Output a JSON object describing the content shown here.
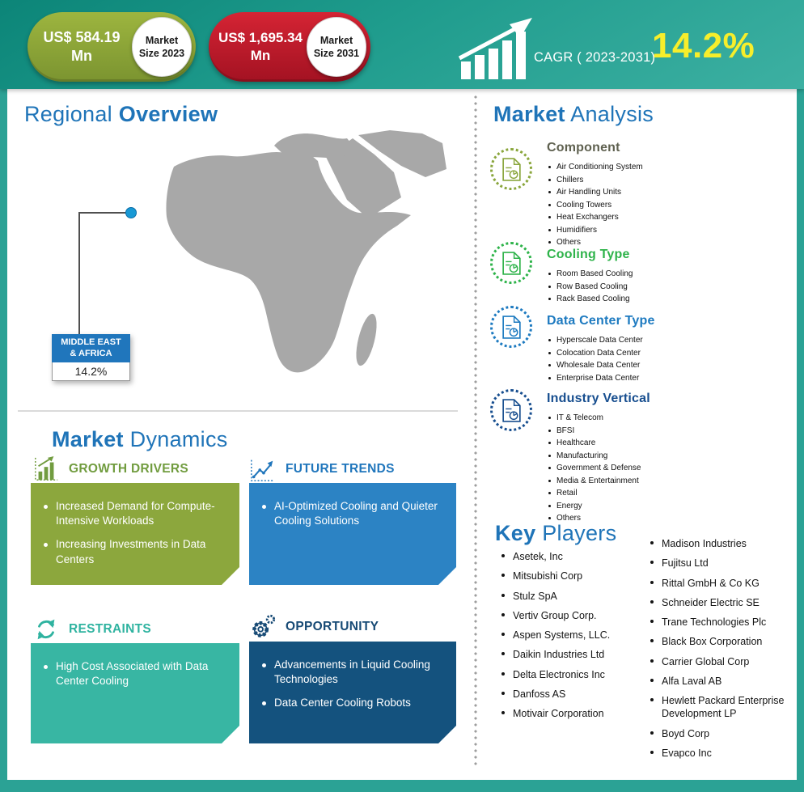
{
  "header": {
    "market_size_2023": {
      "value": "US$ 584.19 Mn",
      "badge_line1": "Market",
      "badge_line2": "Size 2023"
    },
    "market_size_2031": {
      "value": "US$ 1,695.34 Mn",
      "badge_line1": "Market",
      "badge_line2": "Size 2031"
    },
    "cagr_label": "CAGR ( 2023-2031)",
    "cagr_value": "14.2%"
  },
  "regional_overview": {
    "title_word1": "Regional",
    "title_word2": "Overview",
    "callout": {
      "region_line1": "MIDDLE EAST",
      "region_line2": "& AFRICA",
      "value": "14.2%"
    }
  },
  "market_dynamics": {
    "title_word1": "Market",
    "title_word2": "Dynamics",
    "growth_drivers": {
      "title": "GROWTH DRIVERS",
      "items": [
        "Increased Demand for Compute-Intensive Workloads",
        "Increasing Investments in Data Centers"
      ]
    },
    "future_trends": {
      "title": "FUTURE TRENDS",
      "items": [
        "AI-Optimized Cooling and Quieter Cooling Solutions"
      ]
    },
    "restraints": {
      "title": "RESTRAINTS",
      "items": [
        "High Cost Associated with Data Center Cooling"
      ]
    },
    "opportunity": {
      "title": "OPPORTUNITY",
      "items": [
        "Advancements in Liquid Cooling Technologies",
        "Data Center Cooling Robots"
      ]
    }
  },
  "market_analysis": {
    "title_word1": "Market",
    "title_word2": "Analysis",
    "sections": [
      {
        "title": "Component",
        "items": [
          "Air Conditioning System",
          "Chillers",
          "Air Handling Units",
          "Cooling Towers",
          "Heat Exchangers",
          "Humidifiers",
          "Others"
        ]
      },
      {
        "title": "Cooling Type",
        "items": [
          "Room Based Cooling",
          "Row Based Cooling",
          "Rack Based Cooling"
        ]
      },
      {
        "title": "Data Center Type",
        "items": [
          "Hyperscale Data Center",
          "Colocation Data Center",
          "Wholesale Data Center",
          "Enterprise Data Center"
        ]
      },
      {
        "title": "Industry Vertical",
        "items": [
          "IT & Telecom",
          "BFSI",
          "Healthcare",
          "Manufacturing",
          "Government & Defense",
          "Media & Entertainment",
          "Retail",
          "Energy",
          "Others"
        ]
      }
    ]
  },
  "key_players": {
    "title_word1": "Key",
    "title_word2": "Players",
    "column1": [
      "Asetek, Inc",
      "Mitsubishi Corp",
      "Stulz SpA",
      "Vertiv Group Corp.",
      "Aspen Systems, LLC.",
      "Daikin Industries Ltd",
      "Delta Electronics Inc",
      "Danfoss AS",
      "Motivair Corporation"
    ],
    "column2": [
      "Madison Industries",
      "Fujitsu Ltd",
      "Rittal GmbH & Co KG",
      "Schneider Electric SE",
      "Trane Technologies Plc",
      "Black Box Corporation",
      "Carrier Global Corp",
      "Alfa Laval AB",
      "Hewlett Packard Enterprise Development LP",
      "Boyd Corp",
      "Evapco Inc"
    ]
  },
  "colors": {
    "teal_frame": "#2ba295",
    "header_gradient_start": "#0c8578",
    "header_gradient_end": "#3db0a2",
    "badge_green": "#8ca73d",
    "badge_red": "#c51a2b",
    "cagr_yellow": "#f7ee2b",
    "heading_blue": "#1f74b8",
    "growth_green": "#8ca73d",
    "trends_blue": "#2c83c4",
    "restraints_teal": "#38b6a3",
    "opportunity_navy": "#14527e",
    "map_gray": "#a8a8a8",
    "marker_blue": "#1899d5"
  },
  "icons": [
    "cagr-chart-icon",
    "bar-chart-growth-icon",
    "trend-line-icon",
    "cycle-arrows-icon",
    "gear-icon",
    "document-chart-icon",
    "map-marker-dot"
  ]
}
